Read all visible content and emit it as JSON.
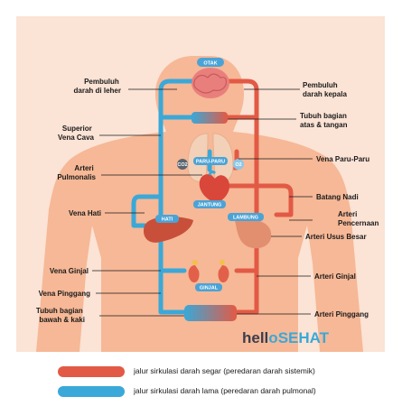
{
  "colors": {
    "background": "#ffffff",
    "body_panel": "#fbe3d5",
    "body_silhouette": "#f6b896",
    "oxygenated": "#e25a45",
    "deoxygenated": "#3aa8d8",
    "organ_badge": "#4aa3d6",
    "brand_dark": "#3d3d4d",
    "brand_teal": "#3aa8d8"
  },
  "organs": {
    "brain": "OTAK",
    "lungs": "PARU-PARU",
    "heart": "JANTUNG",
    "liver": "HATI",
    "stomach": "LAMBUNG",
    "kidneys": "GINJAL",
    "co2": "CO2",
    "o2": "O2"
  },
  "labels_left": {
    "neck_vessel": [
      "Pembuluh",
      "darah di leher"
    ],
    "superior_vena_cava": [
      "Superior",
      "Vena Cava"
    ],
    "pulmonary_artery": [
      "Arteri",
      "Pulmonalis"
    ],
    "hepatic_vein": [
      "Vena Hati"
    ],
    "renal_vein": [
      "Vena Ginjal"
    ],
    "hip_vein": [
      "Vena Pinggang"
    ],
    "lower_body": [
      "Tubuh bagian",
      "bawah & kaki"
    ]
  },
  "labels_right": {
    "head_vessel": [
      "Pembuluh",
      "darah kepala"
    ],
    "upper_body": [
      "Tubuh bagian",
      "atas & tangan"
    ],
    "pulmonary_vein": [
      "Vena Paru-Paru"
    ],
    "aorta": [
      "Batang Nadi"
    ],
    "digestive_artery": [
      "Arteri",
      "Pencernaan"
    ],
    "intestinal_artery": [
      "Arteri Usus Besar"
    ],
    "renal_artery": [
      "Arteri Ginjal"
    ],
    "hip_artery": [
      "Arteri Pinggang"
    ]
  },
  "brand": {
    "part1": "hell",
    "part2": "SEHAT"
  },
  "legend": [
    {
      "color": "#e25a45",
      "text": "jalur sirkulasi darah segar (peredaran darah sistemik)"
    },
    {
      "color": "#3aa8d8",
      "text": "jalur sirkulasi darah lama (peredaran darah pulmonal)"
    }
  ]
}
